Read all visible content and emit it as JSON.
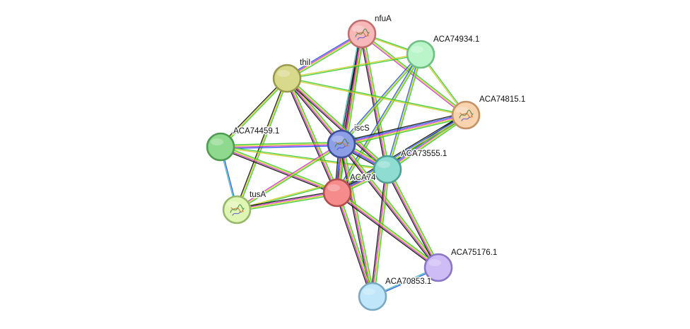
{
  "nodes": [
    {
      "id": "nfuA",
      "label": "nfuA",
      "fill": "#f6b8b8",
      "ring": "#c46f6f",
      "icon": "protein-structure-icon"
    },
    {
      "id": "ACA74934.1",
      "label": "ACA74934.1",
      "fill": "#b9f5c8",
      "ring": "#6fbf83",
      "icon": ""
    },
    {
      "id": "thiI",
      "label": "thiI",
      "fill": "#d9d98c",
      "ring": "#9a9a4e",
      "icon": ""
    },
    {
      "id": "ACA74815.1",
      "label": "ACA74815.1",
      "fill": "#f9d3ad",
      "ring": "#c39165",
      "icon": "protein-structure-icon"
    },
    {
      "id": "ACA74459.1",
      "label": "ACA74459.1",
      "fill": "#8ed98e",
      "ring": "#4f9b4f",
      "icon": ""
    },
    {
      "id": "iscS",
      "label": "iscS",
      "fill": "#8c9ee6",
      "ring": "#3e4f9a",
      "icon": "protein-structure-icon"
    },
    {
      "id": "ACA73555.1",
      "label": "ACA73555.1",
      "fill": "#8fdcd2",
      "ring": "#4f9f96",
      "icon": ""
    },
    {
      "id": "ACA74",
      "label": "ACA74",
      "fill": "#f58b8b",
      "ring": "#b04d4d",
      "icon": ""
    },
    {
      "id": "tusA",
      "label": "tusA",
      "fill": "#dff5b3",
      "ring": "#97b86a",
      "icon": "protein-structure-icon"
    },
    {
      "id": "ACA75176.1",
      "label": "ACA75176.1",
      "fill": "#cdbcf5",
      "ring": "#8a77c4",
      "icon": ""
    },
    {
      "id": "ACA70853.1",
      "label": "ACA70853.1",
      "fill": "#bfe6f9",
      "ring": "#7ba9c4",
      "icon": ""
    }
  ],
  "edge_colors": [
    "#38c838",
    "#d0d020",
    "#cc33cc",
    "#2255ee",
    "#111111",
    "#44bbbb"
  ],
  "edges": [
    {
      "from": "nfuA",
      "to": "thiI",
      "types": [
        0,
        1,
        2,
        3
      ]
    },
    {
      "from": "nfuA",
      "to": "iscS",
      "types": [
        0,
        1,
        2,
        4,
        5
      ]
    },
    {
      "from": "nfuA",
      "to": "ACA74",
      "types": [
        0,
        1,
        2,
        4
      ]
    },
    {
      "from": "nfuA",
      "to": "ACA73555.1",
      "types": [
        0,
        1,
        2,
        4
      ]
    },
    {
      "from": "nfuA",
      "to": "ACA74815.1",
      "types": [
        0,
        1,
        2
      ]
    },
    {
      "from": "nfuA",
      "to": "ACA74934.1",
      "types": [
        0,
        1
      ]
    },
    {
      "from": "ACA74934.1",
      "to": "thiI",
      "types": [
        0,
        1
      ]
    },
    {
      "from": "ACA74934.1",
      "to": "iscS",
      "types": [
        0,
        1,
        3
      ]
    },
    {
      "from": "ACA74934.1",
      "to": "ACA73555.1",
      "types": [
        0,
        1,
        3
      ]
    },
    {
      "from": "ACA74934.1",
      "to": "ACA74",
      "types": [
        0,
        1,
        3
      ]
    },
    {
      "from": "ACA74934.1",
      "to": "ACA74815.1",
      "types": [
        0,
        1
      ]
    },
    {
      "from": "thiI",
      "to": "ACA74815.1",
      "types": [
        0,
        1
      ]
    },
    {
      "from": "thiI",
      "to": "ACA74459.1",
      "types": [
        0,
        1,
        4
      ]
    },
    {
      "from": "thiI",
      "to": "iscS",
      "types": [
        0,
        1,
        2,
        4
      ]
    },
    {
      "from": "thiI",
      "to": "ACA73555.1",
      "types": [
        0,
        1,
        2,
        4
      ]
    },
    {
      "from": "thiI",
      "to": "ACA74",
      "types": [
        0,
        1,
        2,
        4
      ]
    },
    {
      "from": "thiI",
      "to": "tusA",
      "types": [
        0,
        1,
        4
      ]
    },
    {
      "from": "ACA74815.1",
      "to": "iscS",
      "types": [
        0,
        1,
        2,
        3,
        4
      ]
    },
    {
      "from": "ACA74815.1",
      "to": "ACA73555.1",
      "types": [
        0,
        1,
        2,
        3,
        4
      ]
    },
    {
      "from": "ACA74815.1",
      "to": "ACA74",
      "types": [
        0,
        1,
        3,
        4
      ]
    },
    {
      "from": "ACA74459.1",
      "to": "tusA",
      "types": [
        3,
        5
      ]
    },
    {
      "from": "ACA74459.1",
      "to": "iscS",
      "types": [
        0,
        1,
        2,
        3
      ]
    },
    {
      "from": "ACA74459.1",
      "to": "ACA73555.1",
      "types": [
        0,
        1
      ]
    },
    {
      "from": "ACA74459.1",
      "to": "ACA74",
      "types": [
        0,
        1,
        2,
        4
      ]
    },
    {
      "from": "iscS",
      "to": "ACA73555.1",
      "types": [
        0,
        1,
        2,
        3,
        4
      ]
    },
    {
      "from": "iscS",
      "to": "ACA74",
      "types": [
        0,
        1,
        2,
        3,
        4
      ]
    },
    {
      "from": "iscS",
      "to": "tusA",
      "types": [
        0,
        1,
        2
      ]
    },
    {
      "from": "iscS",
      "to": "ACA75176.1",
      "types": [
        0,
        1,
        2,
        4
      ]
    },
    {
      "from": "iscS",
      "to": "ACA70853.1",
      "types": [
        0,
        1,
        2,
        4
      ]
    },
    {
      "from": "ACA73555.1",
      "to": "ACA74",
      "types": [
        0,
        1,
        2,
        3,
        4
      ]
    },
    {
      "from": "ACA73555.1",
      "to": "tusA",
      "types": [
        0,
        1
      ]
    },
    {
      "from": "ACA73555.1",
      "to": "ACA75176.1",
      "types": [
        0,
        1,
        2,
        4
      ]
    },
    {
      "from": "ACA73555.1",
      "to": "ACA70853.1",
      "types": [
        0,
        1,
        2,
        4
      ]
    },
    {
      "from": "ACA74",
      "to": "tusA",
      "types": [
        0,
        1,
        2,
        4
      ]
    },
    {
      "from": "ACA74",
      "to": "ACA75176.1",
      "types": [
        0,
        1,
        2,
        4
      ]
    },
    {
      "from": "ACA74",
      "to": "ACA70853.1",
      "types": [
        0,
        1,
        2,
        4
      ]
    },
    {
      "from": "ACA75176.1",
      "to": "ACA70853.1",
      "types": [
        3,
        5
      ]
    }
  ]
}
